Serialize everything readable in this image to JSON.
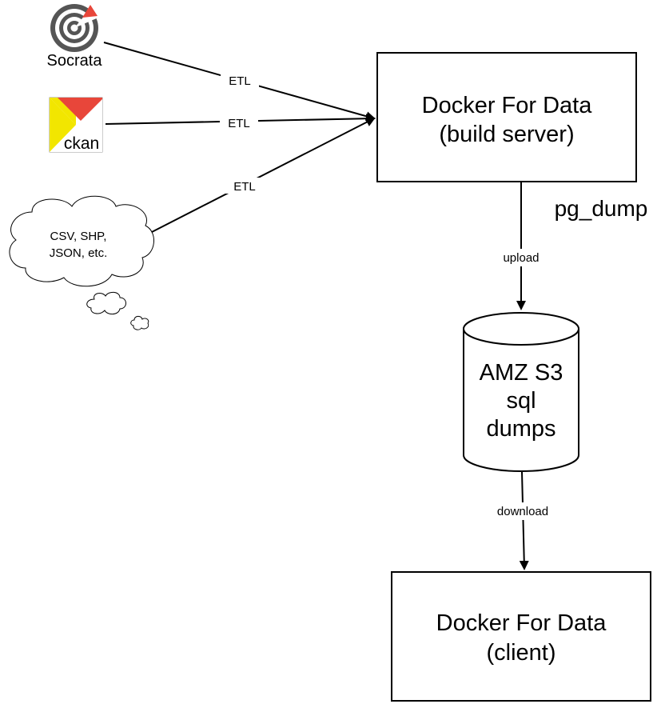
{
  "sources": {
    "socrata": {
      "label": "Socrata",
      "accent": "#e8463a"
    },
    "ckan": {
      "label": "ckan",
      "colors": [
        "#e8463a",
        "#f2e600"
      ]
    },
    "files": {
      "line1": "CSV, SHP,",
      "line2": "JSON, etc."
    }
  },
  "edges": {
    "etl1": "ETL",
    "etl2": "ETL",
    "etl3": "ETL",
    "upload": "upload",
    "download": "download"
  },
  "build_server": {
    "line1": "Docker For Data",
    "line2": "(build server)"
  },
  "pg_dump": "pg_dump",
  "s3": {
    "line1": "AMZ S3",
    "line2": "sql",
    "line3": "dumps"
  },
  "client": {
    "line1": "Docker For Data",
    "line2": "(client)"
  }
}
